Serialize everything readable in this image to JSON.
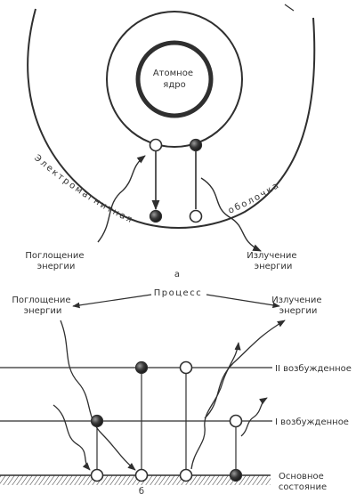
{
  "diagram_a": {
    "nucleus_label_line1": "Атомное",
    "nucleus_label_line2": "ядро",
    "shell_label_left": "Электромагнитная",
    "shell_label_right": "оболочка",
    "absorption_line1": "Поглощение",
    "absorption_line2": "энергии",
    "emission_line1": "Излучение",
    "emission_line2": "энергии",
    "panel_letter": "а"
  },
  "diagram_b": {
    "process_label": "Процесс",
    "absorption_line1": "Поглощение",
    "absorption_line2": "энергии",
    "emission_line1": "Излучение",
    "emission_line2": "энергии",
    "level_2_label": "II возбужденное",
    "level_1_label": "I возбужденное",
    "ground_line1": "Основное",
    "ground_line2": "состояние",
    "panel_letter": "б"
  },
  "colors": {
    "line": "#2f2f2f",
    "text": "#333333",
    "background": "#ffffff"
  }
}
